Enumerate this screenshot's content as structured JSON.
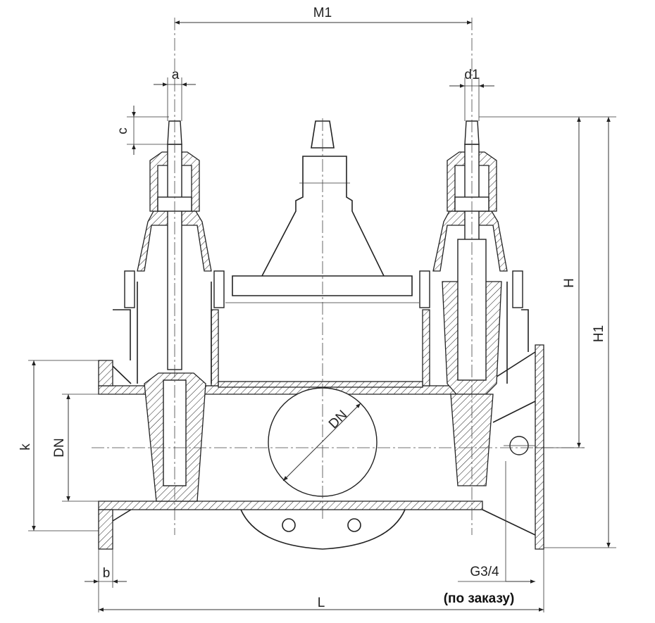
{
  "dimensions": {
    "M1": "M1",
    "a": "a",
    "d1": "d1",
    "c": "c",
    "H": "H",
    "H1": "H1",
    "k": "k",
    "DN_vertical": "DN",
    "DN_circle": "DN",
    "b": "b",
    "L": "L",
    "G34": "G3/4"
  },
  "note": "(по заказу)"
}
